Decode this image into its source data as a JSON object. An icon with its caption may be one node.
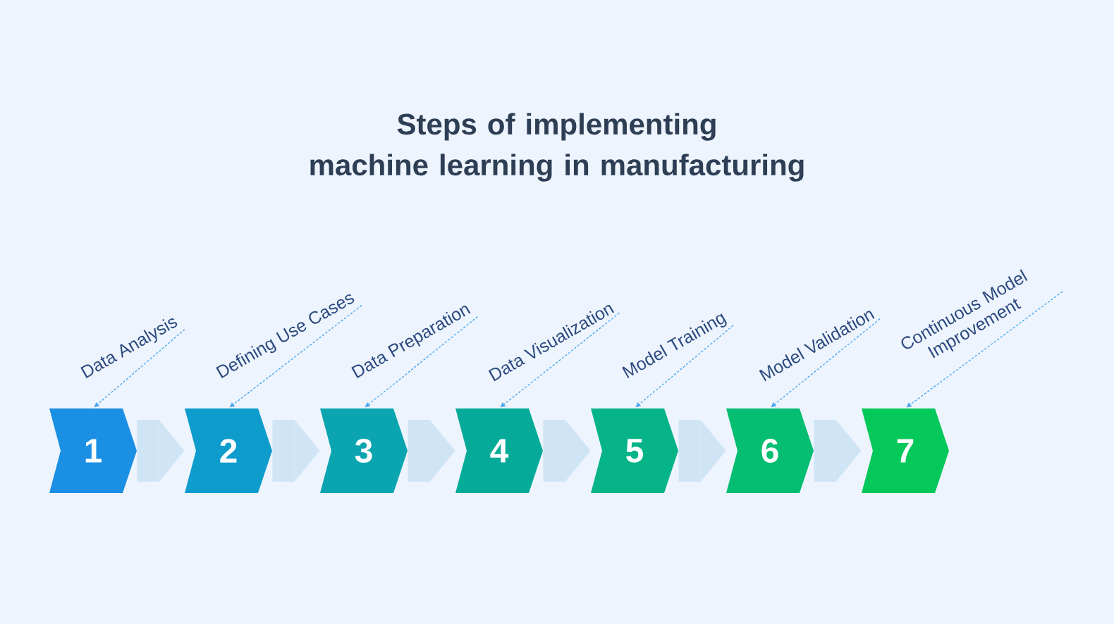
{
  "diagram": {
    "title": "Steps of implementing machine learning in manufacturing",
    "nodes": [
      {
        "text": [
          "Data Analysis"
        ]
      },
      {
        "text": [
          "Defining Use Cases"
        ]
      },
      {
        "text": [
          "Data Preparation"
        ]
      },
      {
        "text": [
          "Data Visualization"
        ]
      },
      {
        "text": [
          "Model Training"
        ]
      },
      {
        "text": [
          "Model Validation"
        ]
      },
      {
        "text": [
          "Continuous Model Improvement"
        ]
      },
      {
        "text": [
          "1"
        ]
      },
      {
        "text": [
          "2"
        ]
      },
      {
        "text": [
          "3"
        ]
      },
      {
        "text": [
          "4"
        ]
      },
      {
        "text": [
          "5"
        ]
      },
      {
        "text": [
          "6"
        ]
      },
      {
        "text": [
          "7"
        ]
      }
    ],
    "edges": [
      {
        "from": 7,
        "to": 8,
        "arrow": "to",
        "style": "thick",
        "color": "#cfe5f6"
      },
      {
        "from": 8,
        "to": 9,
        "arrow": "to",
        "style": "thick",
        "color": "#cfe5f6"
      },
      {
        "from": 9,
        "to": 10,
        "arrow": "to",
        "style": "thick",
        "color": "#cfe5f6"
      },
      {
        "from": 10,
        "to": 11,
        "arrow": "to",
        "style": "thick",
        "color": "#cfe5f6"
      },
      {
        "from": 11,
        "to": 12,
        "arrow": "to",
        "style": "thick",
        "color": "#cfe5f6"
      },
      {
        "from": 12,
        "to": 13,
        "arrow": "to",
        "style": "thick",
        "color": "#cfe5f6"
      },
      {
        "from": 0,
        "to": 7,
        "arrow": "to",
        "style": "dashed",
        "color": "#4aa8f0"
      },
      {
        "from": 1,
        "to": 8,
        "arrow": "to",
        "style": "dashed",
        "color": "#4aa8f0"
      },
      {
        "from": 2,
        "to": 9,
        "arrow": "to",
        "style": "dashed",
        "color": "#4aa8f0"
      },
      {
        "from": 3,
        "to": 10,
        "arrow": "to",
        "style": "dashed",
        "color": "#4aa8f0"
      },
      {
        "from": 4,
        "to": 11,
        "arrow": "to",
        "style": "dashed",
        "color": "#4aa8f0"
      },
      {
        "from": 5,
        "to": 12,
        "arrow": "to",
        "style": "dashed",
        "color": "#4aa8f0"
      },
      {
        "from": 6,
        "to": 13,
        "arrow": "to",
        "style": "dashed",
        "color": "#4aa8f0"
      }
    ]
  }
}
